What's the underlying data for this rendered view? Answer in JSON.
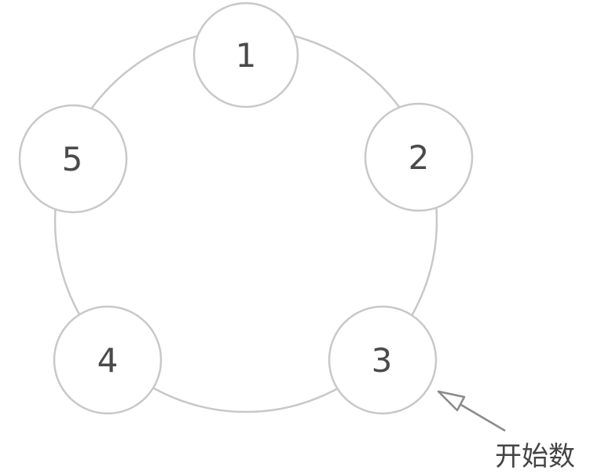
{
  "diagram": {
    "nodes": [
      {
        "label": "1"
      },
      {
        "label": "2"
      },
      {
        "label": "3"
      },
      {
        "label": "4"
      },
      {
        "label": "5"
      }
    ],
    "start_marker": {
      "label": "开始数",
      "points_to": "3"
    },
    "colors": {
      "stroke": "#c8c8c8",
      "text": "#4a4a4a",
      "arrow": "#8a8a8a"
    }
  }
}
